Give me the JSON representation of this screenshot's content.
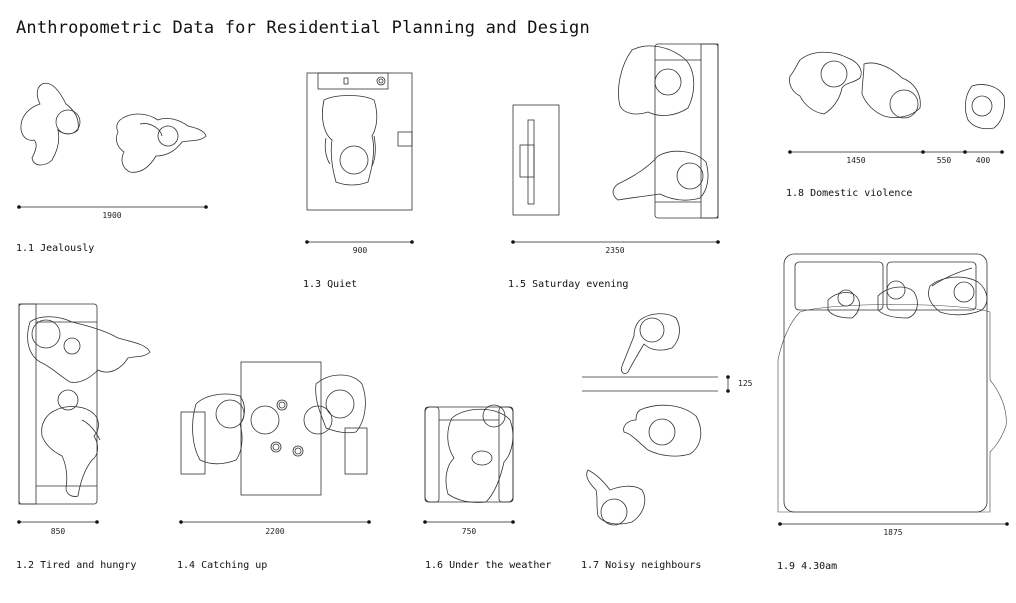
{
  "title": "Anthropometric Data for Residential Planning and Design",
  "captions": {
    "c11": "1.1 Jealously",
    "c12": "1.2 Tired and hungry",
    "c13": "1.3 Quiet",
    "c14": "1.4 Catching up",
    "c15": "1.5 Saturday evening",
    "c16": "1.6 Under the weather",
    "c17": "1.7 Noisy neighbours",
    "c18": "1.8 Domestic violence",
    "c19": "1.9 4.30am"
  },
  "dimensions": {
    "d11": "1900",
    "d12": "850",
    "d13": "900",
    "d14": "2200",
    "d15": "2350",
    "d16": "750",
    "d17": "125",
    "d18a": "1450",
    "d18b": "550",
    "d18c": "400",
    "d19": "1875"
  },
  "colors": {
    "line": "#333333",
    "text": "#111111",
    "background": "#ffffff"
  }
}
